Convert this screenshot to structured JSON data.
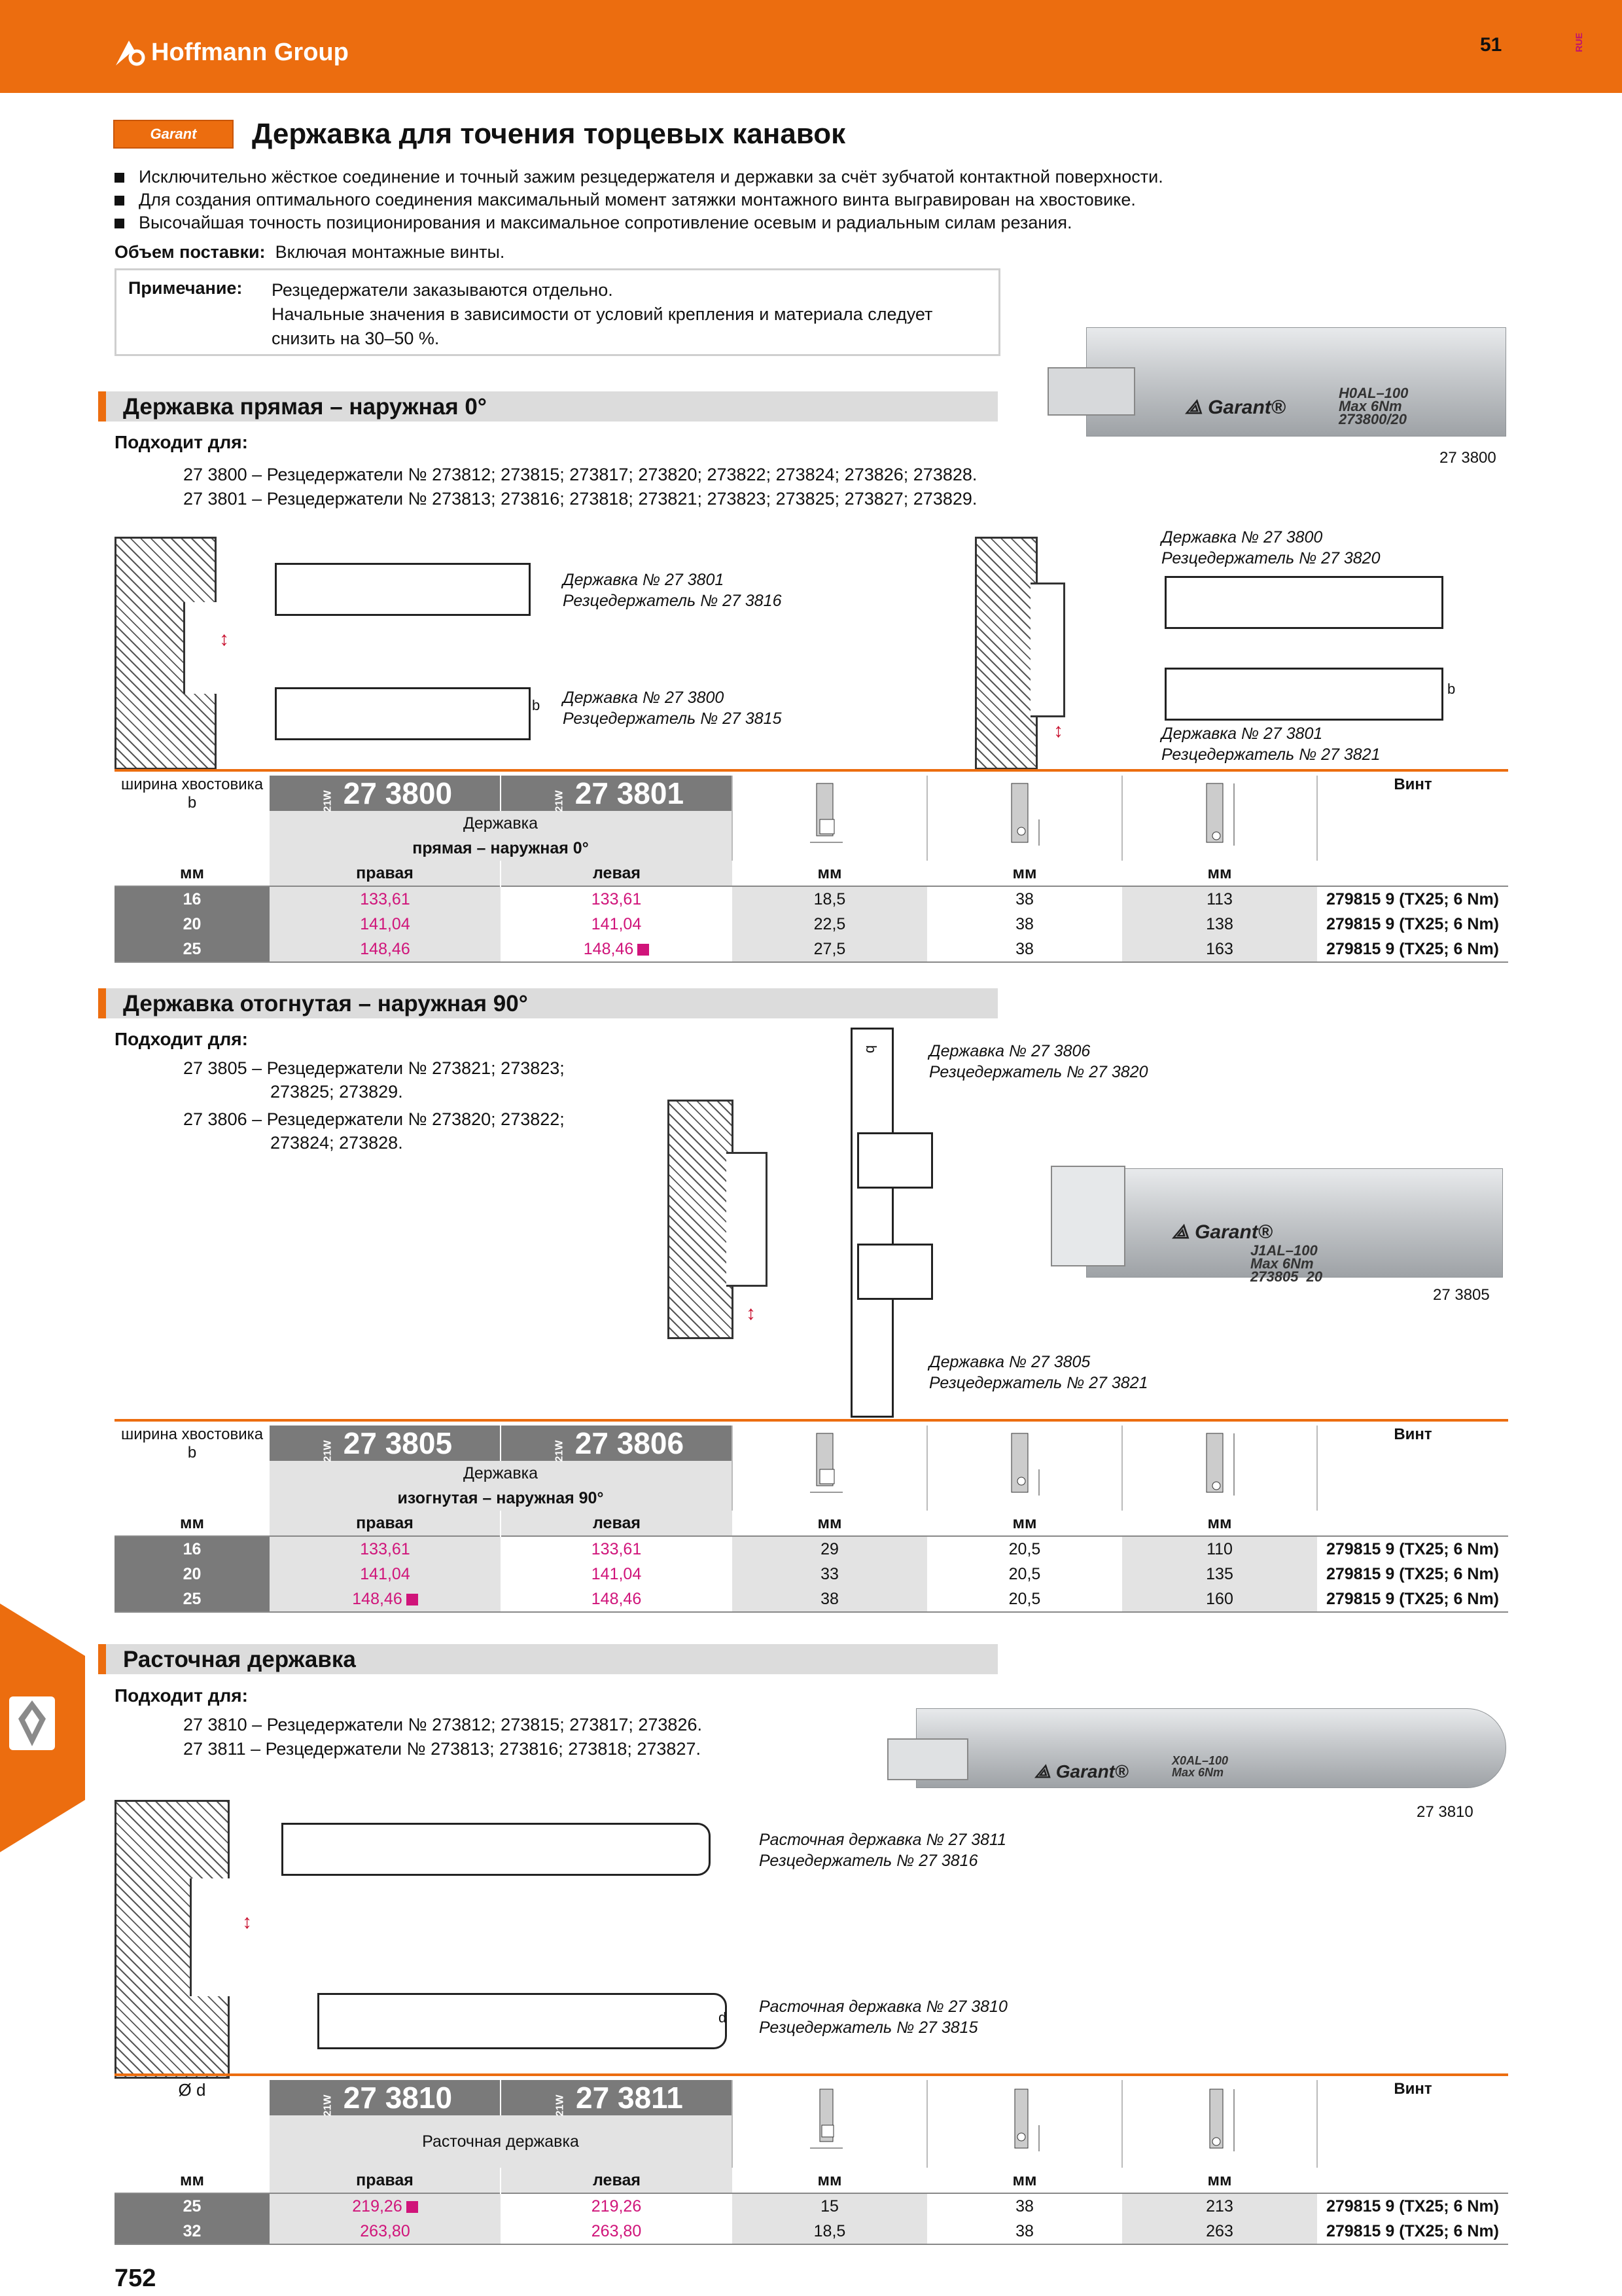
{
  "header": {
    "brand": "Hoffmann Group",
    "page_number": "51",
    "lang": "RUE"
  },
  "badge": "Garant",
  "title": "Державка для точения торцевых канавок",
  "bullets": [
    "Исключительно жёсткое соединение и точный зажим резцедержателя и державки за счёт зубчатой контактной поверхности.",
    "Для создания оптимального соединения максимальный момент затяжки монтажного винта выгравирован на хвостовике.",
    "Высочайшая точность позиционирования и максимальное сопротивление осевым и радиальным силам резания."
  ],
  "scope": {
    "label": "Объем поставки:",
    "text": "Включая монтажные винты."
  },
  "note": {
    "label": "Примечание:",
    "lines": [
      "Резцедержатели заказываются отдельно.",
      "Начальные значения в зависимости от условий крепления и материала следует",
      "снизить на 30–50 %."
    ]
  },
  "sections": {
    "s1": {
      "title": "Державка прямая – наружная 0°",
      "fit_label": "Подходит для:",
      "fits": [
        "27 3800 – Резцедержатели № 273812; 273815; 273817; 273820; 273822; 273824; 273826; 273828.",
        "27 3801 – Резцедержатели № 273813; 273816; 273818; 273821; 273823; 273825; 273827; 273829."
      ],
      "photo_num": "27 3800",
      "photo_label": "H0AL–100\nMax 6Nm\n273800/20",
      "captions": {
        "a1": "Державка № 27 3801",
        "a2": "Резцедержатель № 27 3816",
        "b1": "Державка № 27 3800",
        "b2": "Резцедержатель № 27 3815",
        "c1": "Державка № 27 3800",
        "c2": "Резцедержатель № 27 3820",
        "d1": "Державка № 27 3801",
        "d2": "Резцедержатель № 27 3821"
      },
      "table": {
        "col_label": "ширина хвостовика",
        "col_sym": "b",
        "unit": "мм",
        "art1": "27 3800",
        "art2": "27 3801",
        "code": "21W",
        "desc1": "Державка",
        "desc2": "прямая – наружная 0°",
        "right_label": "правая",
        "left_label": "левая",
        "screw": "Винт",
        "rows": [
          {
            "b": "16",
            "r": "133,61",
            "l": "133,61",
            "m1": "18,5",
            "m2": "38",
            "m3": "113",
            "screw": "279815 9 (TX25; 6 Nm)"
          },
          {
            "b": "20",
            "r": "141,04",
            "l": "141,04",
            "m1": "22,5",
            "m2": "38",
            "m3": "138",
            "screw": "279815 9 (TX25; 6 Nm)"
          },
          {
            "b": "25",
            "r": "148,46",
            "l": "148,46",
            "m1": "27,5",
            "m2": "38",
            "m3": "163",
            "screw": "279815 9 (TX25; 6 Nm)"
          }
        ]
      }
    },
    "s2": {
      "title": "Державка отогнутая – наружная 90°",
      "fit_label": "Подходит для:",
      "fits": [
        "27 3805 – Резцедержатели № 273821; 273823;",
        "273825; 273829.",
        "27 3806 – Резцедержатели № 273820; 273822;",
        "273824; 273828."
      ],
      "photo_num": "27 3805",
      "photo_label": "J1AL–100\nMax 6Nm\n273805  20",
      "captions": {
        "a1": "Державка № 27 3806",
        "a2": "Резцедержатель № 27 3820",
        "b1": "Державка № 27 3805",
        "b2": "Резцедержатель № 27 3821"
      },
      "table": {
        "col_label": "ширина хвостовика",
        "col_sym": "b",
        "unit": "мм",
        "art1": "27 3805",
        "art2": "27 3806",
        "code": "21W",
        "desc1": "Державка",
        "desc2": "изогнутая – наружная 90°",
        "right_label": "правая",
        "left_label": "левая",
        "screw": "Винт",
        "rows": [
          {
            "b": "16",
            "r": "133,61",
            "l": "133,61",
            "m1": "29",
            "m2": "20,5",
            "m3": "110",
            "screw": "279815 9 (TX25; 6 Nm)"
          },
          {
            "b": "20",
            "r": "141,04",
            "l": "141,04",
            "m1": "33",
            "m2": "20,5",
            "m3": "135",
            "screw": "279815 9 (TX25; 6 Nm)"
          },
          {
            "b": "25",
            "r": "148,46",
            "l": "148,46",
            "m1": "38",
            "m2": "20,5",
            "m3": "160",
            "screw": "279815 9 (TX25; 6 Nm)"
          }
        ]
      }
    },
    "s3": {
      "title": "Расточная державка",
      "fit_label": "Подходит для:",
      "fits": [
        "27 3810 – Резцедержатели № 273812; 273815; 273817; 273826.",
        "27 3811 – Резцедержатели № 273813; 273816; 273818; 273827."
      ],
      "photo_num": "27 3810",
      "photo_label": "X0AL–100\nMax 6Nm",
      "captions": {
        "a1": "Расточная державка № 27 3811",
        "a2": "Резцедержатель № 27 3816",
        "b1": "Расточная державка № 27 3810",
        "b2": "Резцедержатель № 27 3815"
      },
      "table": {
        "col_label": "Ø d",
        "unit": "мм",
        "art1": "27 3810",
        "art2": "27 3811",
        "code": "21W",
        "desc1": "Расточная державка",
        "right_label": "правая",
        "left_label": "левая",
        "screw": "Винт",
        "rows": [
          {
            "b": "25",
            "r": "219,26",
            "l": "219,26",
            "m1": "15",
            "m2": "38",
            "m3": "213",
            "screw": "279815 9 (TX25; 6 Nm)"
          },
          {
            "b": "32",
            "r": "263,80",
            "l": "263,80",
            "m1": "18,5",
            "m2": "38",
            "m3": "263",
            "screw": "279815 9 (TX25; 6 Nm)"
          }
        ]
      }
    }
  },
  "dim_labels": {
    "b": "b",
    "d": "d"
  },
  "footer": {
    "page_number": "752"
  },
  "colors": {
    "brand_orange": "#ec6d0f",
    "price_magenta": "#d0147a",
    "header_gray": "#7a7a7a"
  }
}
